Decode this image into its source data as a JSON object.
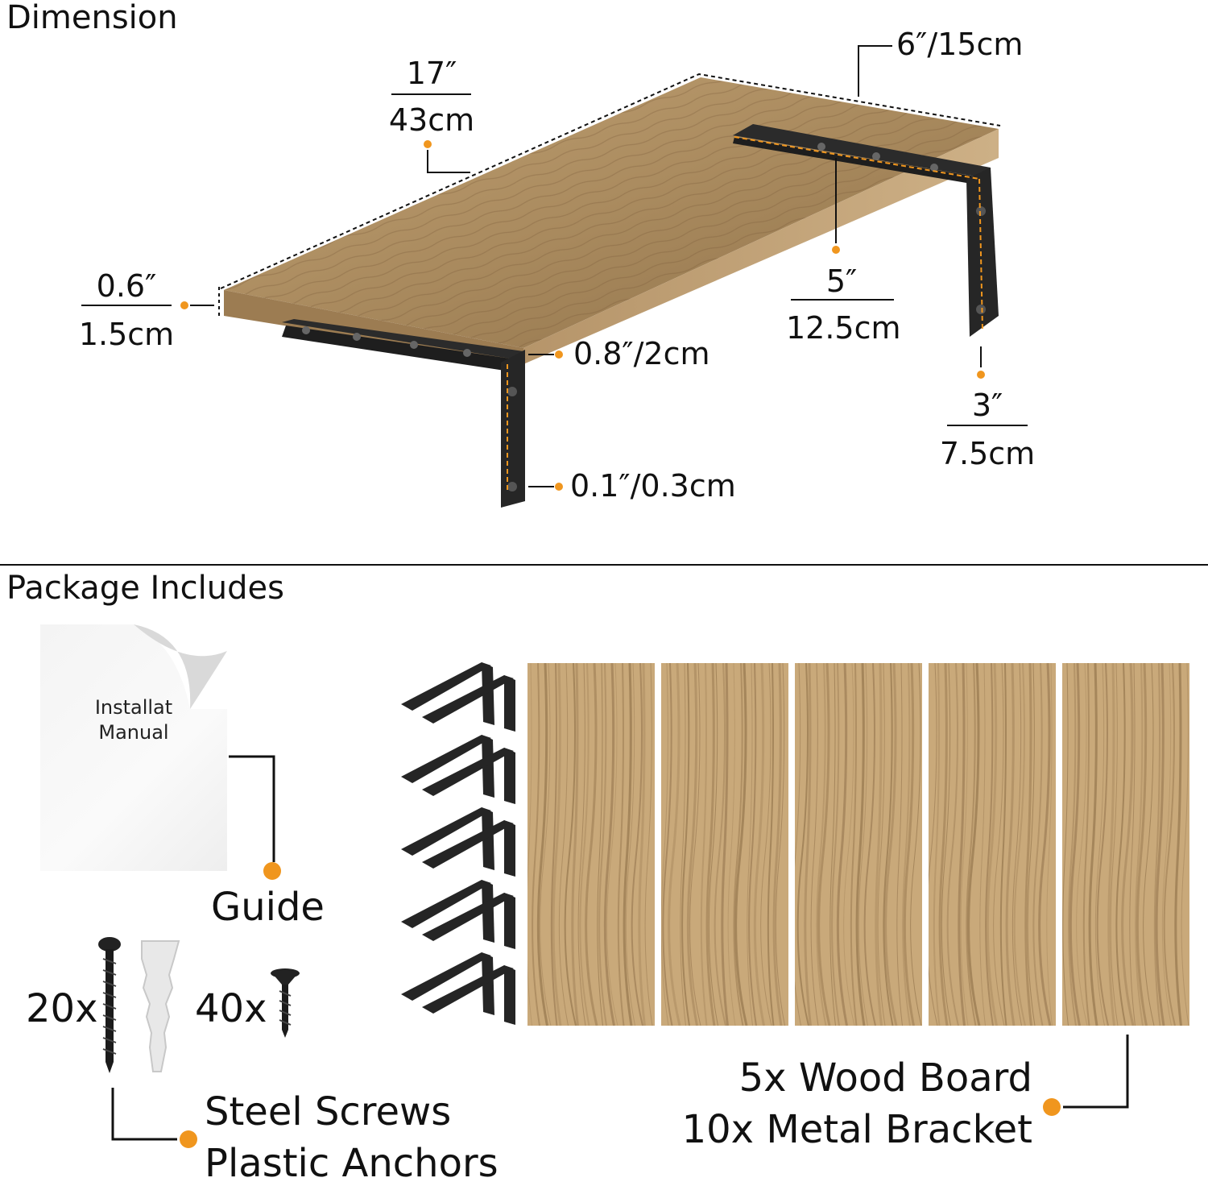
{
  "dimension_section": {
    "title": "Dimension",
    "length": {
      "inch": "17″",
      "cm": "43cm"
    },
    "thickness": {
      "inch": "0.6″",
      "cm": "1.5cm"
    },
    "depth": {
      "label": "6″/15cm"
    },
    "bracket_length": {
      "inch": "5″",
      "cm": "12.5cm"
    },
    "bracket_height": {
      "inch": "3″",
      "cm": "7.5cm"
    },
    "bracket_width": {
      "label": "0.8″/2cm"
    },
    "bracket_thickness": {
      "label": "0.1″/0.3cm"
    }
  },
  "package_section": {
    "title": "Package Includes",
    "manual": {
      "line1": "Installat",
      "line2": "Manual"
    },
    "guide_label": "Guide",
    "screws_count": "20x",
    "small_screws_count": "40x",
    "hardware_label_1": "Steel Screws",
    "hardware_label_2": "Plastic Anchors",
    "boards_label_1": "5x Wood Board",
    "boards_label_2": "10x Metal Bracket"
  },
  "colors": {
    "accent_dot": "#F0961E",
    "wood_light": "#C9A97A",
    "wood_dark": "#8A6B45",
    "bracket": "#2B2B2B",
    "line": "#111111"
  }
}
